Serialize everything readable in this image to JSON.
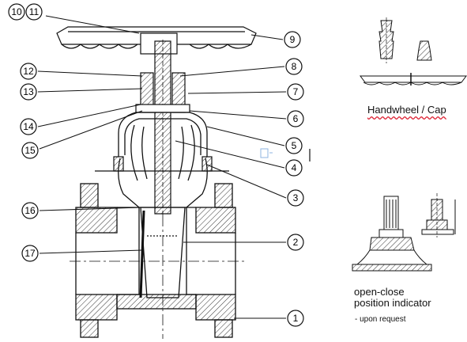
{
  "callouts": [
    "1",
    "2",
    "3",
    "4",
    "5",
    "6",
    "7",
    "8",
    "9",
    "10",
    "11",
    "12",
    "13",
    "14",
    "15",
    "16",
    "17"
  ],
  "handwheel_label": "Handwheel / Cap",
  "indicator_title_line1": "open-close",
  "indicator_title_line2": "position indicator",
  "indicator_note": "- upon request",
  "colors": {
    "stroke": "#111111",
    "hatch": "#333333",
    "paper": "#ffffff",
    "underline": "#dd2233",
    "icon": "#8fb5e0"
  }
}
